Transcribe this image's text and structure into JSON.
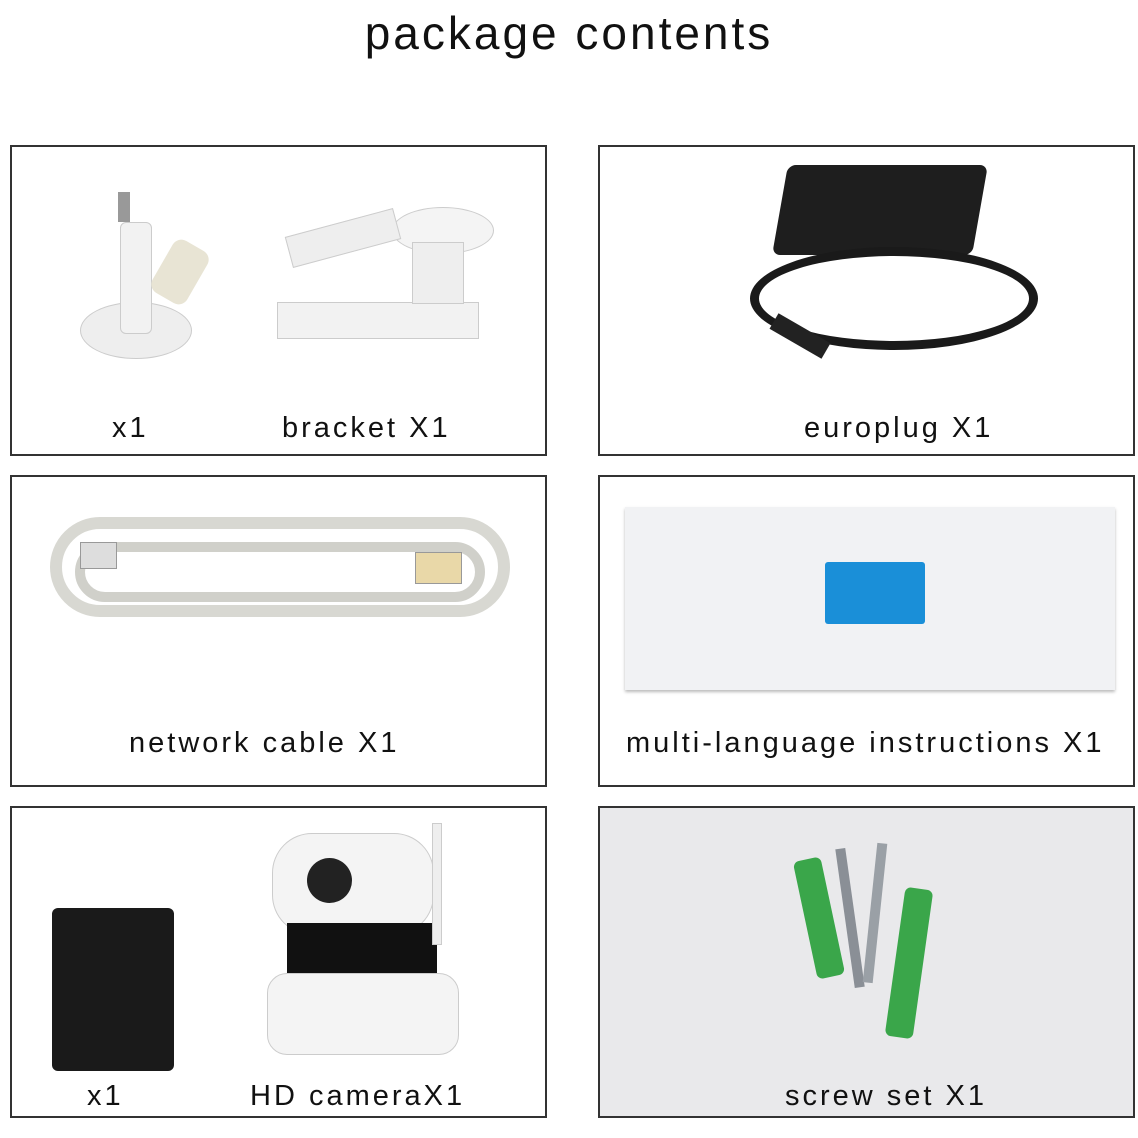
{
  "title": "package contents",
  "items": [
    {
      "labels": [
        "x1",
        "bracket X1"
      ]
    },
    {
      "labels": [
        "europlug X1"
      ]
    },
    {
      "labels": [
        "network cable X1"
      ]
    },
    {
      "labels": [
        "multi-language instructions X1"
      ]
    },
    {
      "labels": [
        "x1",
        "HD cameraX1"
      ]
    },
    {
      "labels": [
        "screw set X1"
      ]
    }
  ],
  "colors": {
    "border": "#333333",
    "instructions_logo": "#1a8fd8",
    "anchors": "#3aa64a",
    "adapter": "#1a1a1a",
    "cable": "#d8d8d2"
  }
}
